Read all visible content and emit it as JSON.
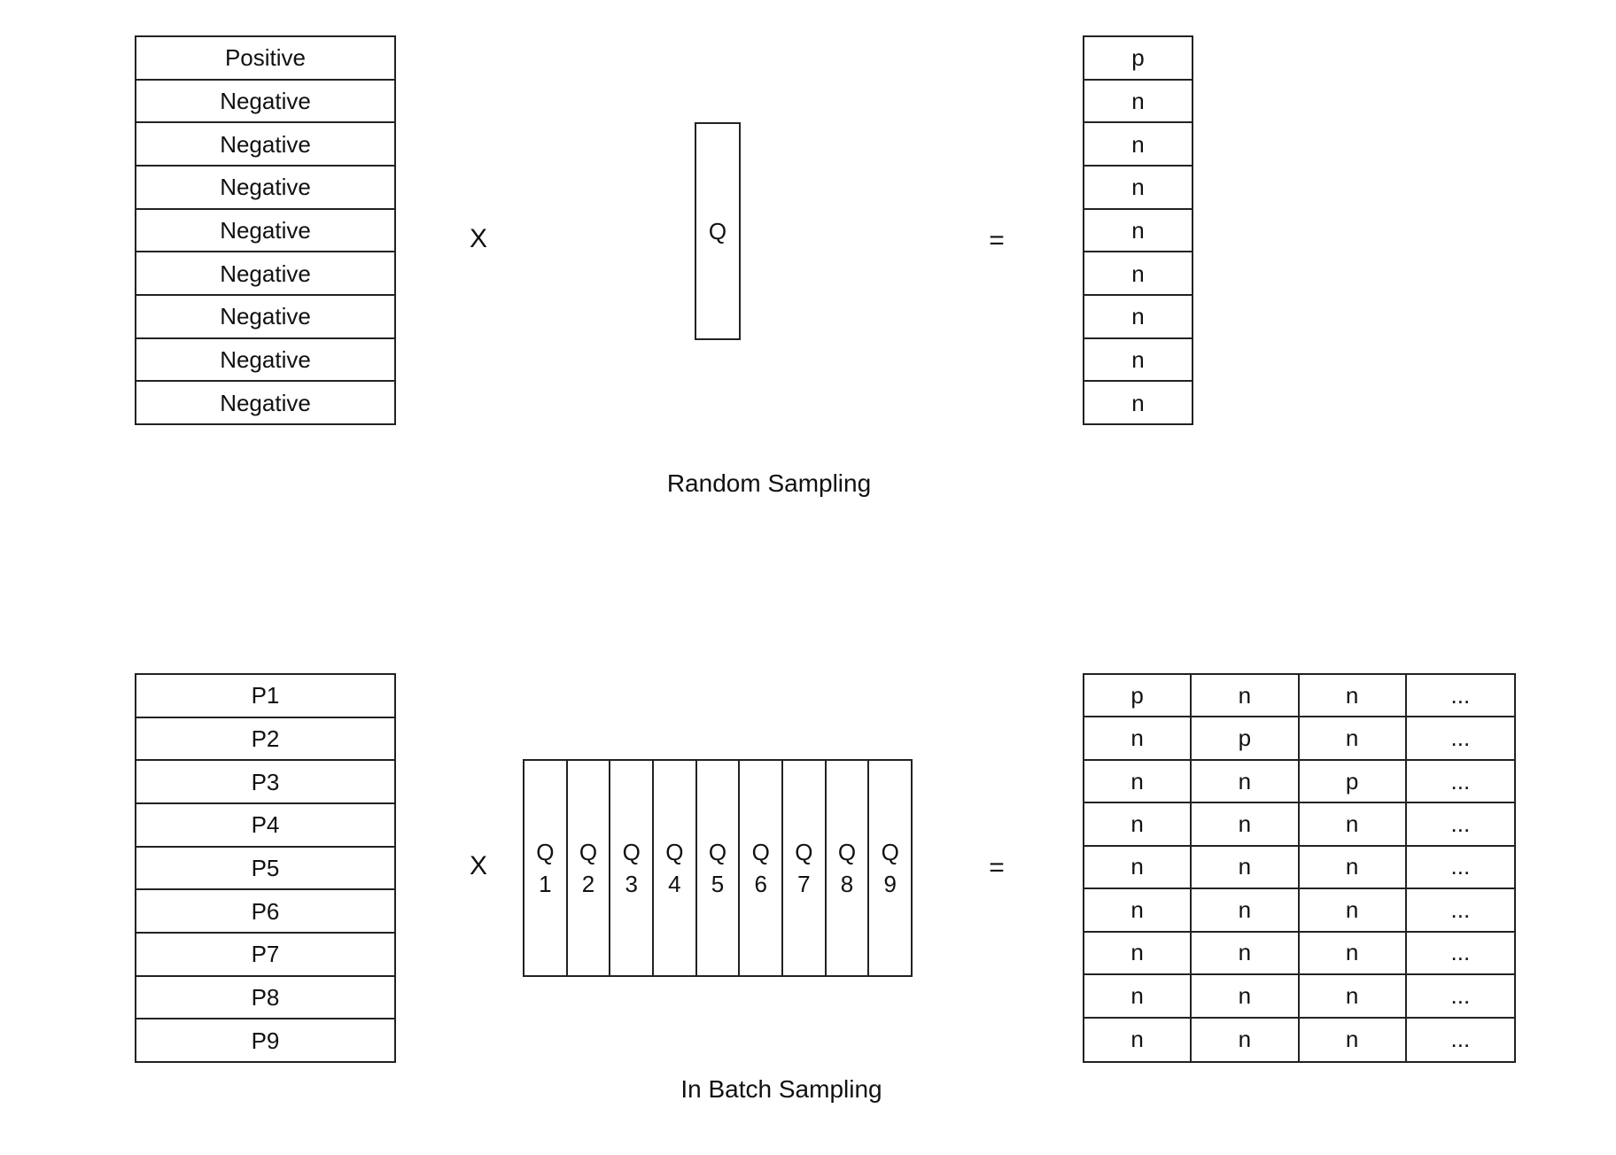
{
  "random_sampling": {
    "passages": [
      "Positive",
      "Negative",
      "Negative",
      "Negative",
      "Negative",
      "Negative",
      "Negative",
      "Negative",
      "Negative"
    ],
    "times_symbol": "X",
    "query_label": "Q",
    "equals_symbol": "=",
    "result": [
      "p",
      "n",
      "n",
      "n",
      "n",
      "n",
      "n",
      "n",
      "n"
    ],
    "caption": "Random Sampling"
  },
  "in_batch_sampling": {
    "passages": [
      "P1",
      "P2",
      "P3",
      "P4",
      "P5",
      "P6",
      "P7",
      "P8",
      "P9"
    ],
    "times_symbol": "X",
    "queries": [
      {
        "letter": "Q",
        "number": "1"
      },
      {
        "letter": "Q",
        "number": "2"
      },
      {
        "letter": "Q",
        "number": "3"
      },
      {
        "letter": "Q",
        "number": "4"
      },
      {
        "letter": "Q",
        "number": "5"
      },
      {
        "letter": "Q",
        "number": "6"
      },
      {
        "letter": "Q",
        "number": "7"
      },
      {
        "letter": "Q",
        "number": "8"
      },
      {
        "letter": "Q",
        "number": "9"
      }
    ],
    "equals_symbol": "=",
    "result_matrix": [
      [
        "p",
        "n",
        "n",
        "..."
      ],
      [
        "n",
        "p",
        "n",
        "..."
      ],
      [
        "n",
        "n",
        "p",
        "..."
      ],
      [
        "n",
        "n",
        "n",
        "..."
      ],
      [
        "n",
        "n",
        "n",
        "..."
      ],
      [
        "n",
        "n",
        "n",
        "..."
      ],
      [
        "n",
        "n",
        "n",
        "..."
      ],
      [
        "n",
        "n",
        "n",
        "..."
      ],
      [
        "n",
        "n",
        "n",
        "..."
      ]
    ],
    "caption": "In Batch Sampling"
  }
}
